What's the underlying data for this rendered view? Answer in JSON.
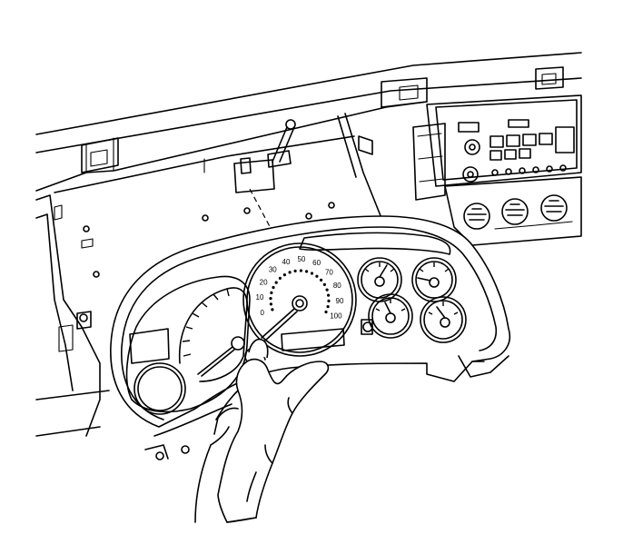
{
  "figure": {
    "speedometer": {
      "scale_labels": [
        "0",
        "10",
        "20",
        "30",
        "40",
        "50",
        "60",
        "70",
        "80",
        "90",
        "100"
      ]
    }
  }
}
